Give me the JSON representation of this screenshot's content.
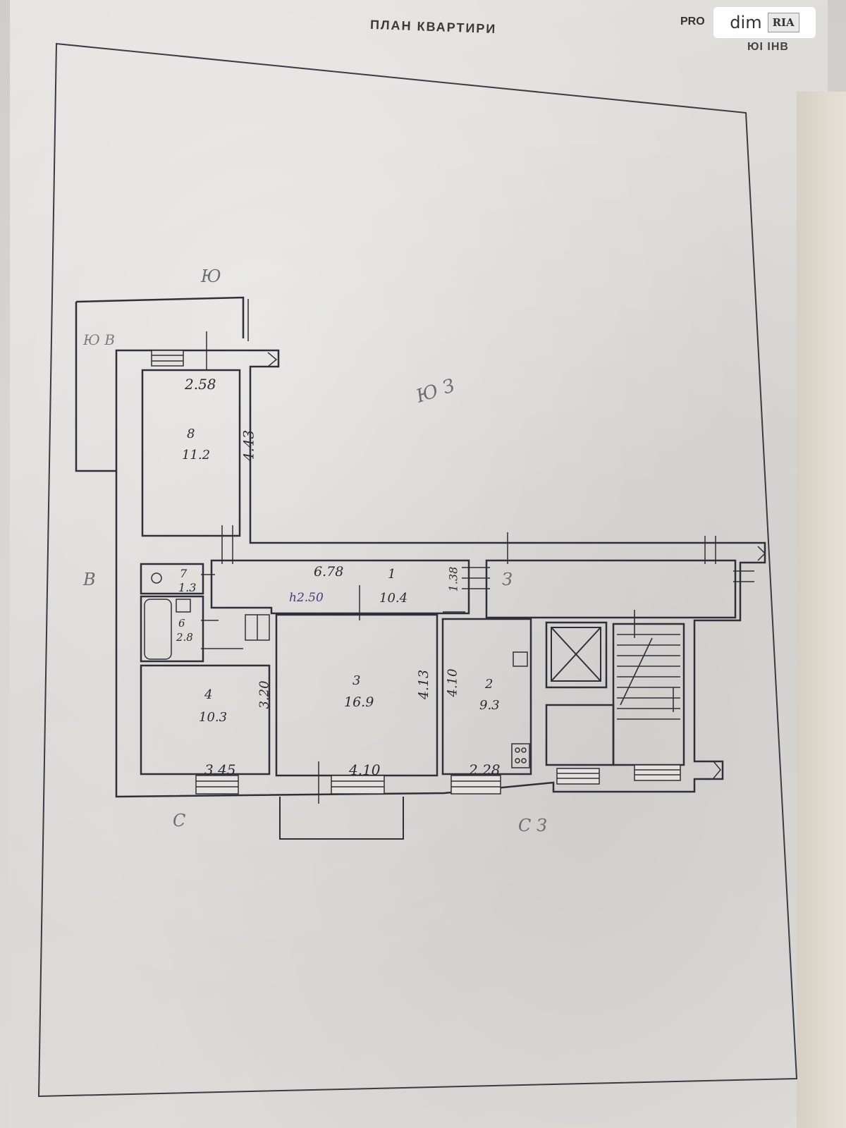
{
  "header": {
    "title": "ПЛАН КВАРТИРИ",
    "pro_fragment": "PRO",
    "inv_fragment": "ЮІ ІНВ"
  },
  "watermark": {
    "brand": "dim",
    "badge": "RIA"
  },
  "rooms": [
    {
      "id": "8",
      "area": "11.2",
      "width": "2.58",
      "length": "4.43"
    },
    {
      "id": "7",
      "area": "1.3"
    },
    {
      "id": "6",
      "area": "2.8"
    },
    {
      "id": "1",
      "area": "10.4",
      "length": "6.78",
      "width": "1.38",
      "height": "h2.50"
    },
    {
      "id": "4",
      "area": "10.3",
      "width": "3.45",
      "length": "3.20"
    },
    {
      "id": "3",
      "area": "16.9",
      "width": "4.10",
      "length": "4.13"
    },
    {
      "id": "2",
      "area": "9.3",
      "width": "2.28",
      "length": "4.10"
    }
  ],
  "side_marks": {
    "north": "Ю",
    "west": "В",
    "south": "С",
    "south_east": "С З",
    "east": "З",
    "north_east": "Ю З",
    "north_west": "Ю В"
  },
  "colors": {
    "ink": "#2e2f3a",
    "pencil": "#55565e",
    "wall_fill": "#e6e3df"
  }
}
